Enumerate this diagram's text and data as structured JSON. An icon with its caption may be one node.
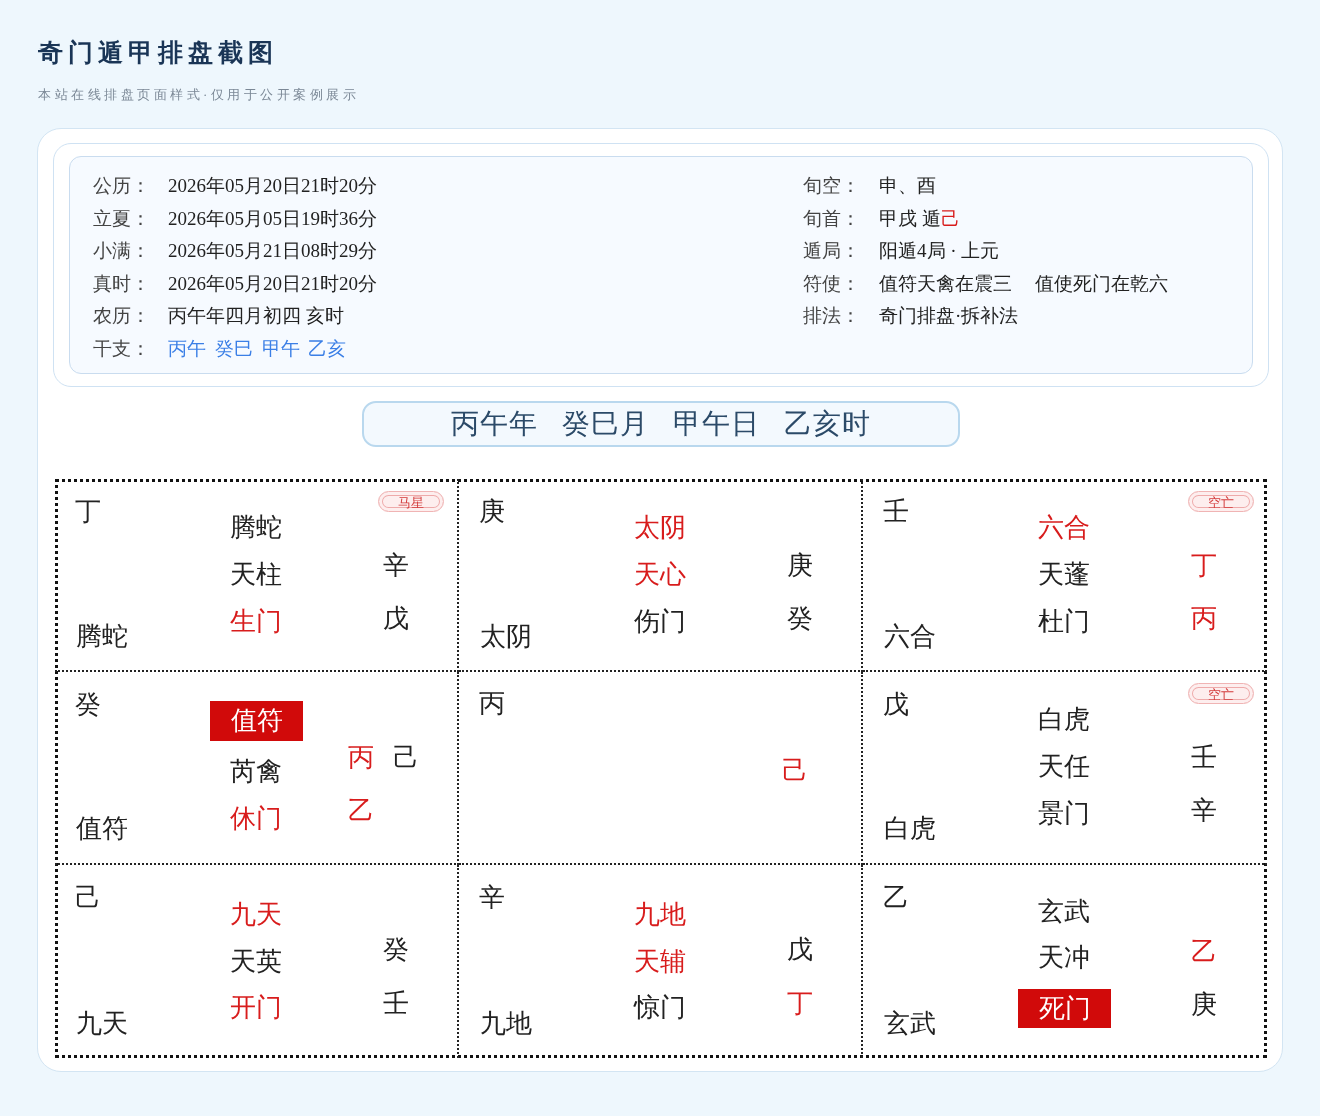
{
  "diagram": {
    "title": "奇门遁甲排盘截图",
    "nodes": [
      {
        "text": [],
        "shape": "box"
      },
      {
        "text": [
          "公历：",
          "2026年05月20日21时20分",
          "立夏：",
          "2026年05月05日19时36分",
          "小满：",
          "2026年05月21日08时29分",
          "真时：",
          "2026年05月20日21时20分",
          "农历：",
          "丙午年四月初四 亥时",
          "干支：",
          "丙午 癸巳 甲午 乙亥",
          "旬空：",
          "申、酉",
          "旬首：",
          "甲戌 遁己",
          "遁局：",
          "阳遁4局 · 上元",
          "符使：",
          "值符天禽在震三 值使死门在乾六",
          "排法：",
          "奇门排盘·拆补法"
        ],
        "in": 0
      },
      {
        "text": [
          "丙午年 癸巳月 甲午日 乙亥时"
        ],
        "in": 0
      },
      {
        "text": [
          "丁",
          "腾蛇",
          "天柱",
          "生门",
          "辛",
          "戊",
          "腾蛇"
        ],
        "in": 0
      },
      {
        "text": [
          "马星"
        ],
        "in": 3
      },
      {
        "text": [
          "庚",
          "太阴",
          "天心",
          "伤门",
          "庚",
          "癸",
          "太阴"
        ],
        "in": 0
      },
      {
        "text": [
          "壬",
          "六合",
          "天蓬",
          "杜门",
          "丁",
          "丙",
          "六合"
        ],
        "in": 0
      },
      {
        "text": [
          "空亡"
        ],
        "in": 6
      },
      {
        "text": [
          "癸",
          "芮禽",
          "休门",
          "丙",
          "己",
          "乙",
          "值符"
        ],
        "in": 0
      },
      {
        "text": [
          "值符"
        ],
        "in": 8
      },
      {
        "text": [
          "丙",
          "己"
        ],
        "in": 0
      },
      {
        "text": [
          "戊",
          "白虎",
          "天任",
          "景门",
          "壬",
          "辛",
          "白虎"
        ],
        "in": 0
      },
      {
        "text": [
          "空亡"
        ],
        "in": 11
      },
      {
        "text": [
          "己",
          "九天",
          "天英",
          "开门",
          "癸",
          "壬",
          "九天"
        ],
        "in": 0
      },
      {
        "text": [
          "辛",
          "九地",
          "天辅",
          "惊门",
          "戊",
          "丁",
          "九地"
        ],
        "in": 0
      },
      {
        "text": [
          "乙",
          "玄武",
          "天冲",
          "乙",
          "庚",
          "玄武"
        ],
        "in": 0
      },
      {
        "text": [
          "死门"
        ],
        "in": 15
      }
    ],
    "labels": [
      "本站在线排盘页面样式·仅用于公开案例展示"
    ]
  }
}
